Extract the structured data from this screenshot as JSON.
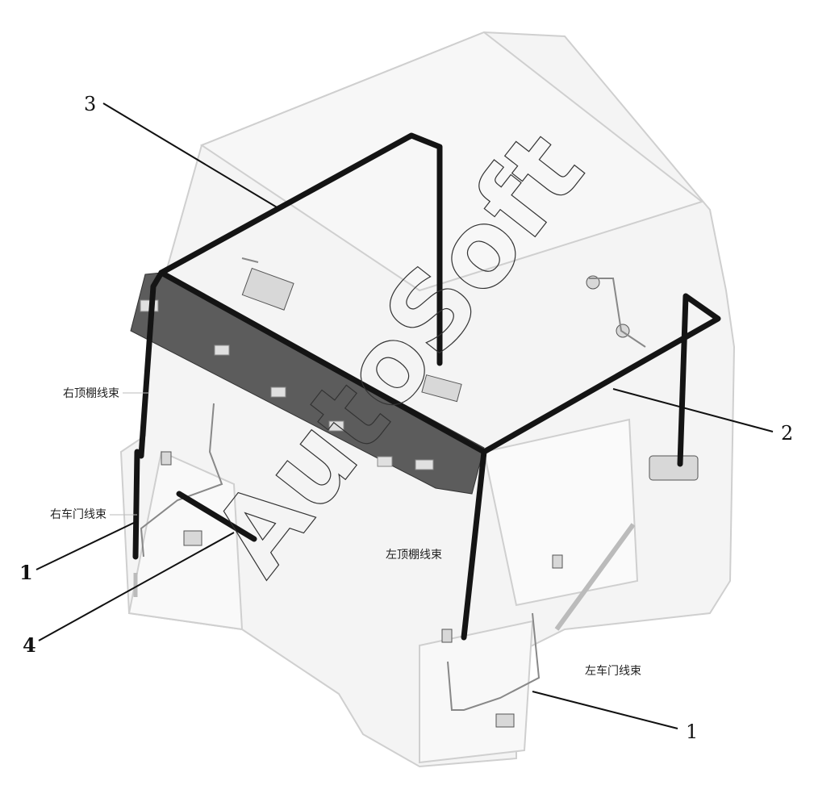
{
  "callouts": [
    {
      "id": "callout-3",
      "number": "3"
    },
    {
      "id": "callout-2",
      "number": "2"
    },
    {
      "id": "callout-1-left",
      "number": "1"
    },
    {
      "id": "callout-4",
      "number": "4"
    },
    {
      "id": "callout-1-right",
      "number": "1"
    }
  ],
  "labels": {
    "right_roof_harness": "右顶棚线束",
    "right_door_harness": "右车门线束",
    "left_roof_harness": "左顶棚线束",
    "left_door_harness": "左车门线束"
  },
  "watermark": "AutoSoft",
  "colors": {
    "harness": "#141414",
    "cab_outline": "#c8c8c8",
    "cab_fill": "#f3f3f3",
    "console_fill": "#5a5a5a"
  }
}
